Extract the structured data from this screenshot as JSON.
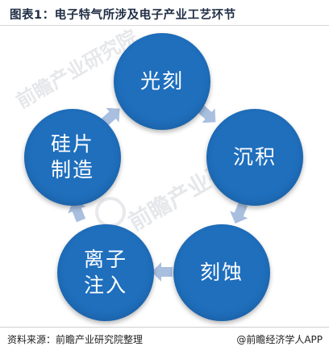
{
  "figure": {
    "title": "图表1：电子特气所涉及电子产业工艺环节"
  },
  "watermark": {
    "brand_text": "前瞻产业研究院"
  },
  "process_cycle": {
    "steps": [
      {
        "id": "top",
        "line1": "光刻",
        "line2": ""
      },
      {
        "id": "right",
        "line1": "沉积",
        "line2": ""
      },
      {
        "id": "bottom_right",
        "line1": "刻蚀",
        "line2": ""
      },
      {
        "id": "bottom_left",
        "line1": "离子",
        "line2": "注入"
      },
      {
        "id": "left",
        "line1": "硅片",
        "line2": "制造"
      }
    ],
    "node_color": "#1f6fbd",
    "arrow_color": "#a9bfdf"
  },
  "footer": {
    "source": "资料来源：前瞻产业研究院整理",
    "brand": "@前瞻经济学人APP"
  }
}
